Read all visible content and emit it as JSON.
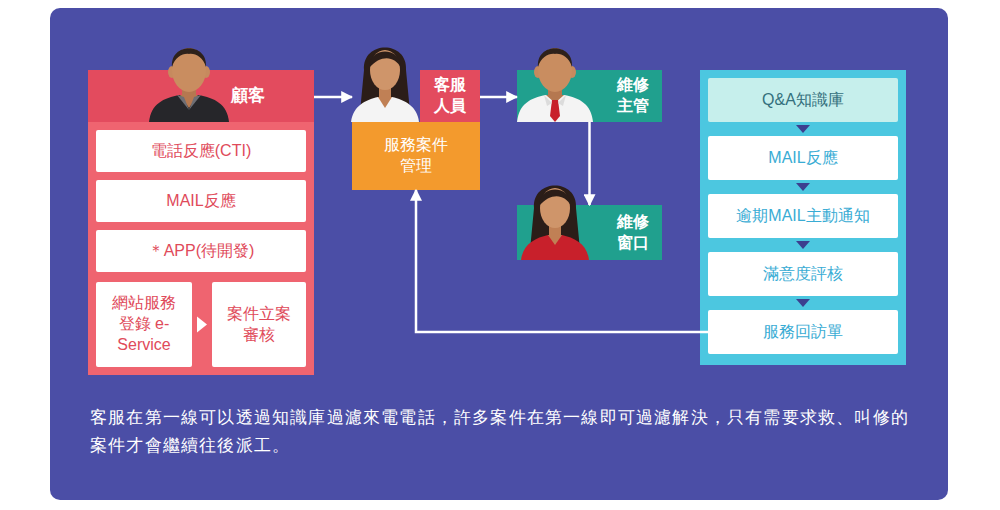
{
  "diagram": {
    "caption": "客服在第一線可以透過知識庫過濾來電電話，許多案件在第一線即可過濾解決，只有需要求救、叫修的案件才會繼續往後派工。",
    "nodes": [
      {
        "text": [
          "顧客"
        ]
      },
      {
        "text": [
          "電話反應(CTI)"
        ],
        "in": 0
      },
      {
        "text": [
          "MAIL反應"
        ],
        "in": 0
      },
      {
        "text": [
          "＊APP(待開發)"
        ],
        "in": 0
      },
      {
        "text": [
          "網站服務 登錄 e-Service"
        ],
        "in": 0
      },
      {
        "text": [
          "案件立案 審核"
        ],
        "in": 0
      },
      {
        "text": [
          "客服 人員",
          "服務案件 管理"
        ]
      },
      {
        "text": [
          "維修 主管"
        ]
      },
      {
        "text": [
          "維修 窗口"
        ]
      },
      {
        "text": []
      },
      {
        "text": [
          "Q&A知識庫"
        ],
        "in": 9
      },
      {
        "text": [
          "MAIL反應"
        ],
        "in": 9
      },
      {
        "text": [
          "逾期MAIL主動通知"
        ],
        "in": 9
      },
      {
        "text": [
          "滿意度評核"
        ],
        "in": 9
      },
      {
        "text": [
          "服務回訪單"
        ],
        "in": 9
      }
    ],
    "edges": [
      {
        "from": 0,
        "to": 6,
        "arrow": "to"
      },
      {
        "from": 6,
        "to": 7,
        "arrow": "to"
      },
      {
        "from": 7,
        "to": 8,
        "arrow": "to"
      },
      {
        "from": 14,
        "to": 6,
        "arrow": "to"
      },
      {
        "from": 4,
        "to": 5,
        "arrow": "to"
      },
      {
        "from": 10,
        "to": 11,
        "arrow": "to"
      },
      {
        "from": 11,
        "to": 12,
        "arrow": "to"
      },
      {
        "from": 12,
        "to": 13,
        "arrow": "to"
      },
      {
        "from": 13,
        "to": 14,
        "arrow": "to"
      }
    ]
  }
}
